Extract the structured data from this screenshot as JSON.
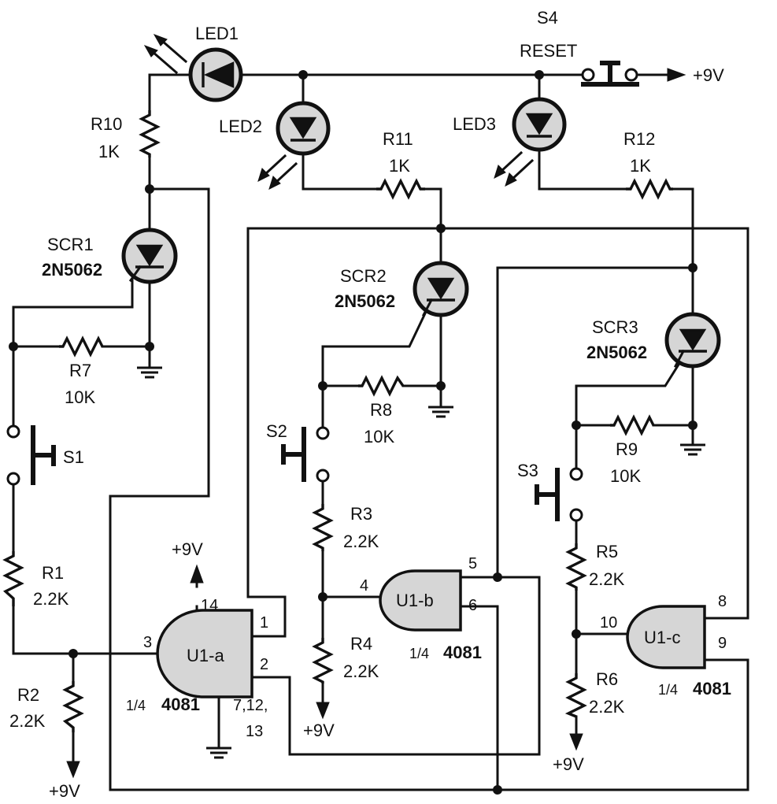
{
  "parts": {
    "led1": {
      "ref": "LED1"
    },
    "led2": {
      "ref": "LED2"
    },
    "led3": {
      "ref": "LED3"
    },
    "s4": {
      "ref": "S4",
      "name": "RESET"
    },
    "r10": {
      "ref": "R10",
      "value": "1K"
    },
    "r11": {
      "ref": "R11",
      "value": "1K"
    },
    "r12": {
      "ref": "R12",
      "value": "1K"
    },
    "scr1": {
      "ref": "SCR1",
      "part": "2N5062"
    },
    "scr2": {
      "ref": "SCR2",
      "part": "2N5062"
    },
    "scr3": {
      "ref": "SCR3",
      "part": "2N5062"
    },
    "r7": {
      "ref": "R7",
      "value": "10K"
    },
    "r8": {
      "ref": "R8",
      "value": "10K"
    },
    "r9": {
      "ref": "R9",
      "value": "10K"
    },
    "s1": {
      "ref": "S1"
    },
    "s2": {
      "ref": "S2"
    },
    "s3": {
      "ref": "S3"
    },
    "r1": {
      "ref": "R1",
      "value": "2.2K"
    },
    "r2": {
      "ref": "R2",
      "value": "2.2K"
    },
    "r3": {
      "ref": "R3",
      "value": "2.2K"
    },
    "r4": {
      "ref": "R4",
      "value": "2.2K"
    },
    "r5": {
      "ref": "R5",
      "value": "2.2K"
    },
    "r6": {
      "ref": "R6",
      "value": "2.2K"
    },
    "u1a": {
      "ref": "U1-a",
      "fraction": "1/4",
      "part": "4081"
    },
    "u1b": {
      "ref": "U1-b",
      "fraction": "1/4",
      "part": "4081"
    },
    "u1c": {
      "ref": "U1-c",
      "fraction": "1/4",
      "part": "4081"
    }
  },
  "supply": {
    "label": "+9V"
  },
  "pins": {
    "u1a_in1": "1",
    "u1a_in2": "2",
    "u1a_out": "3",
    "u1a_vdd": "14",
    "u1a_gnd_l1": "7,12,",
    "u1a_gnd_l2": "13",
    "u1b_in": "4",
    "u1b_out": "5",
    "u1b_in2": "6",
    "u1c_in": "10",
    "u1c_out": "8",
    "u1c_in2": "9"
  },
  "colors": {
    "ink": "#111111",
    "fill": "#d6d6d6",
    "paper": "#ffffff"
  }
}
